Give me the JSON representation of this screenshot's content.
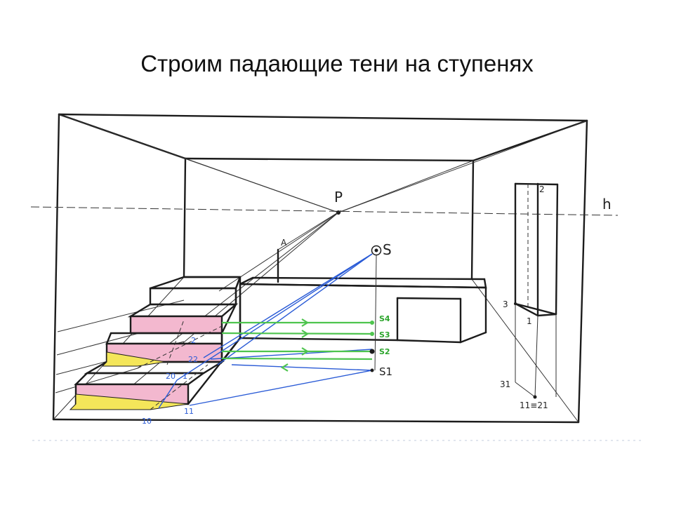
{
  "slide": {
    "title": "Строим падающие тени на ступенях"
  },
  "labels": {
    "P": "P",
    "h": "h",
    "A": "A",
    "S": "S",
    "S4": "S4",
    "S3": "S3",
    "S2": "S2",
    "S1": "S1",
    "pt2": "2",
    "pt2_2": "22",
    "pt2_0": "20",
    "pt1": "1",
    "pt1_0": "10",
    "pt1_1": "11",
    "col2": "2",
    "col3": "3",
    "col1": "1",
    "col3_1": "31",
    "col1_eq": "11≡21"
  },
  "colors": {
    "ink": "#1c1c1c",
    "shadow_blue": "#2a5bd6",
    "light_green": "#4ec44e",
    "tread_pink": "#f3b8cf",
    "shadow_yellow": "#f4e65a"
  }
}
